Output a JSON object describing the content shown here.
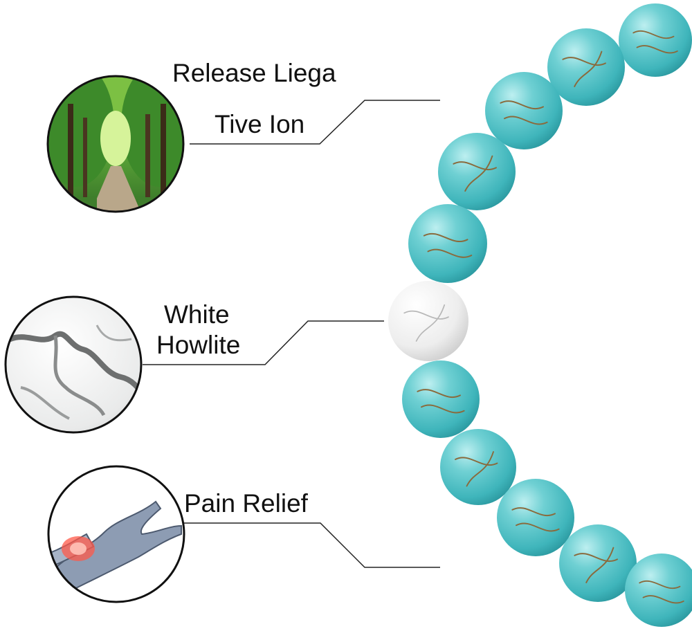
{
  "labels": {
    "release": "Release Liega",
    "tive": "Tive Ion",
    "white": "White",
    "howlite": "Howlite",
    "pain": "Pain Relief"
  },
  "colors": {
    "turquoise": "#4fc1c6",
    "turquoise_light": "#8fdde0",
    "vein": "#8a6a3c",
    "howlite": "#f2f2f2",
    "howlite_vein": "#7b7b7b",
    "callout_line": "#222222",
    "forest_green": "#3f8f2e",
    "skin_blue": "#8a9ab0",
    "pain_red": "#ff5a4a"
  },
  "icons": {
    "forest": "forest-path-photo",
    "howlite": "howlite-stone-closeup",
    "wrist": "wrist-pain-illustration"
  }
}
